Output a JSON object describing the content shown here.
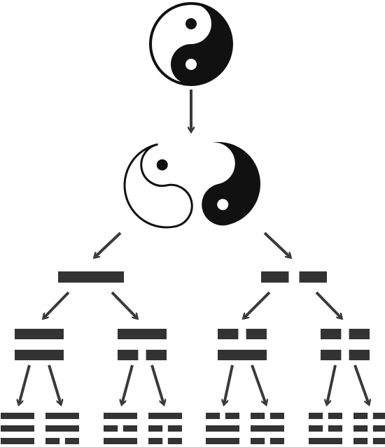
{
  "diagram": {
    "kind": "taiji-bagua-derivation",
    "colors": {
      "ink": "#111111",
      "bar": "#333333",
      "arrow": "#3a3a3a",
      "paper": "#ffffff"
    },
    "levels": [
      {
        "name": "taiji",
        "items": [
          "taiji"
        ]
      },
      {
        "name": "split",
        "items": [
          "yin-half-outline",
          "yang-half-filled"
        ]
      },
      {
        "name": "two-forms",
        "items": [
          [
            1
          ],
          [
            0
          ]
        ]
      },
      {
        "name": "four-images",
        "items": [
          [
            1,
            1
          ],
          [
            1,
            0
          ],
          [
            0,
            1
          ],
          [
            0,
            0
          ]
        ]
      },
      {
        "name": "eight-trigrams",
        "items": [
          [
            1,
            1,
            1
          ],
          [
            1,
            1,
            0
          ],
          [
            1,
            0,
            1
          ],
          [
            1,
            0,
            0
          ],
          [
            0,
            1,
            1
          ],
          [
            0,
            1,
            0
          ],
          [
            0,
            0,
            1
          ],
          [
            0,
            0,
            0
          ]
        ]
      }
    ],
    "icons": [
      "taiji-icon",
      "yin-half-icon",
      "yang-half-icon",
      "arrow-icon"
    ]
  }
}
